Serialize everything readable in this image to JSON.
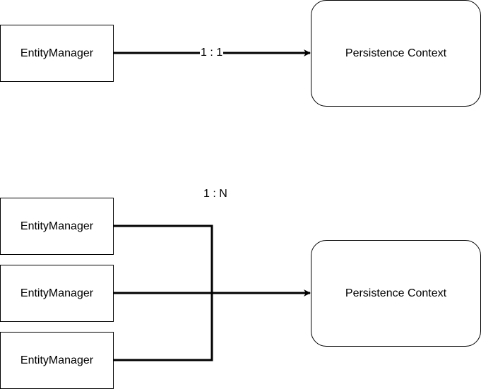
{
  "diagram": {
    "top": {
      "source_label": "EntityManager",
      "edge_label": "1 : 1",
      "target_label": "Persistence Context"
    },
    "bottom": {
      "edge_label": "1 : N",
      "sources": [
        {
          "label": "EntityManager"
        },
        {
          "label": "EntityManager"
        },
        {
          "label": "EntityManager"
        }
      ],
      "target_label": "Persistence Context"
    }
  },
  "colors": {
    "stroke": "#000000",
    "fill": "#ffffff"
  }
}
